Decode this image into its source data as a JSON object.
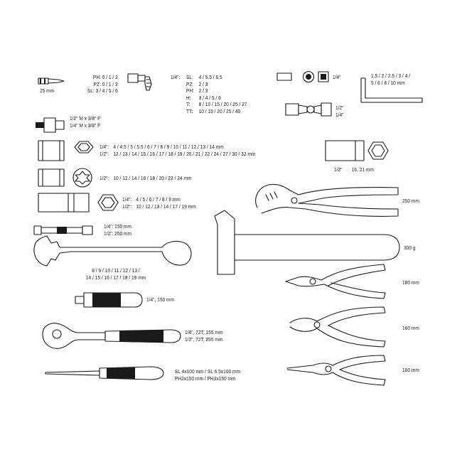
{
  "bit": {
    "length": "25 mm",
    "lines": [
      "PH: 0 / 1 / 2",
      "PZ: 0 / 1 / 2",
      "SL: 3 / 4 / 5 / 6"
    ]
  },
  "bit_socket": {
    "size": "1/4\":",
    "rows": [
      {
        "key": "SL:",
        "value": "4 / 5.5 / 6.5"
      },
      {
        "key": "PZ:",
        "value": "2 / 3"
      },
      {
        "key": "PH:",
        "value": "2 / 3"
      },
      {
        "key": "H:",
        "value": "3 / 4 / 5 / 6"
      },
      {
        "key": "T:",
        "value": "8 / 10 / 15 / 20 / 25 / 27"
      },
      {
        "key": "TT:",
        "value": "10 / 15 / 20 / 25 / 40"
      }
    ]
  },
  "adapter_socket": {
    "size": "1/4\""
  },
  "hex_keys": {
    "lines": [
      "1.5 / 2 / 2.5 / 3 / 4 /",
      "5 / 6 / 8 / 10 mm"
    ]
  },
  "adapter": {
    "lines": [
      "1/2\" M x 3/8\" F",
      "1/4\" M x 3/8\" F"
    ]
  },
  "universal_joint": {
    "lines": [
      "1/2\"",
      "1/4\""
    ]
  },
  "sockets_hex": {
    "rows": [
      {
        "size": "1/4\":",
        "values": "4 / 4.5 / 5 / 5.5 / 6 / 7 / 8 / 9 / 10 / 11 / 12 / 13 / 14 mm"
      },
      {
        "size": "1/2\":",
        "values": "12 / 13 / 14 / 15 / 16 / 17 / 18 / 19 / 20 / 21 / 22 / 24 / 27 / 30 / 32 mm"
      }
    ]
  },
  "spark_plug_sockets": {
    "size": "1/2\"",
    "dot": "·",
    "values": "16, 21 mm"
  },
  "sockets_torx": {
    "size": "1/2\":",
    "values": "10 / 12 / 14 / 16 / 18 / 20 / 22 / 24 mm"
  },
  "sockets_deep": {
    "rows": [
      {
        "size": "1/4\":",
        "values": "4 / 5 / 6 / 7 / 8 / 9 mm"
      },
      {
        "size": "1/2\":",
        "values": "10 / 12 / 13 / 14 / 17 / 19 mm"
      }
    ]
  },
  "water_pump_pliers": {
    "length": "250 mm"
  },
  "extension_bar": {
    "lines": [
      "1/4\": 150 mm",
      "1/2\": 250 mm"
    ]
  },
  "hammer": {
    "weight": "300 g"
  },
  "combination_wrench": {
    "lines": [
      "8 / 9 / 10 / 11 / 12 / 13 /",
      "14 / 15 / 16 / 17 / 18 / 19 mm"
    ]
  },
  "combination_pliers": {
    "length": "180 mm"
  },
  "spinner_handle": {
    "label": "1/4\", 150 mm"
  },
  "diagonal_cutters": {
    "length": "160 mm"
  },
  "ratchet": {
    "lines": [
      "1/4\", 72T, 155 mm",
      "1/2\", 72T, 255 mm"
    ]
  },
  "long_nose_pliers": {
    "length": "160 mm"
  },
  "screwdrivers": {
    "lines": [
      "SL 4x100 mm / SL 6.5x100 mm",
      "PH2x150 mm / PH3x150 mm"
    ]
  }
}
